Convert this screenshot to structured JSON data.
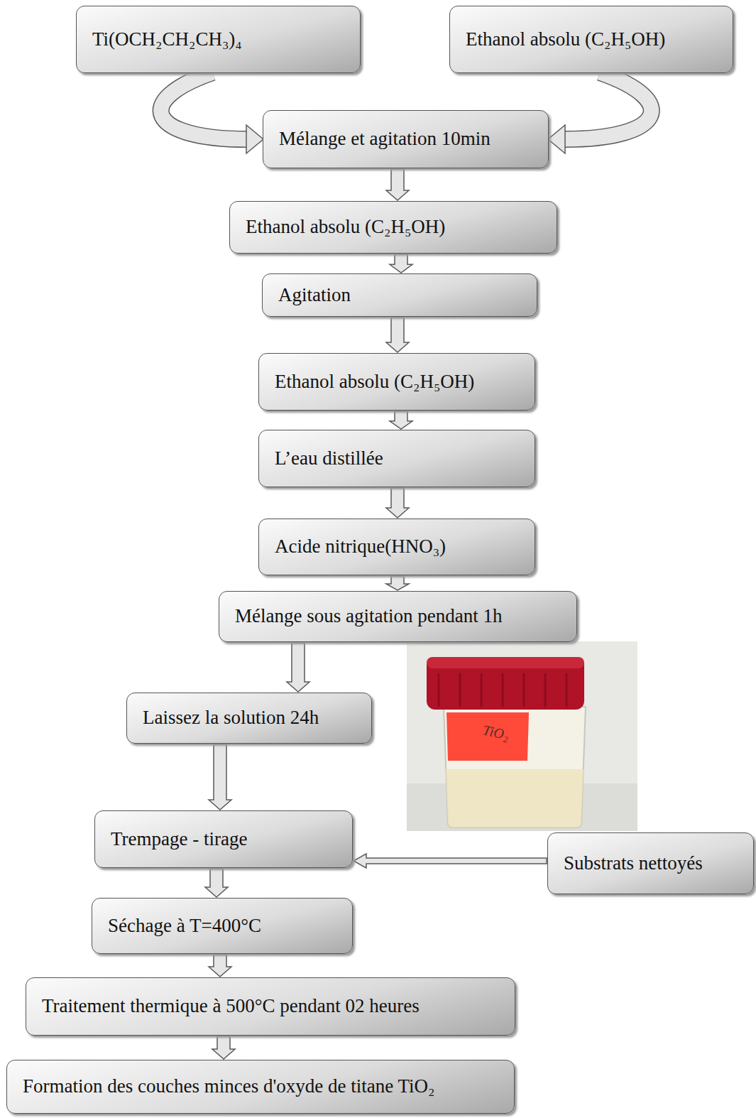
{
  "diagram": {
    "nodes": [
      {
        "text": [
          "Ti(OCH₂CH₂CH₃)₄"
        ]
      },
      {
        "text": [
          "Ethanol absolu (C₂H₅OH)"
        ]
      },
      {
        "text": [
          "Mélange et agitation 10min"
        ]
      },
      {
        "text": [
          "Ethanol absolu (C₂H₅OH)"
        ]
      },
      {
        "text": [
          "Agitation"
        ]
      },
      {
        "text": [
          "Ethanol absolu (C₂H₅OH)"
        ]
      },
      {
        "text": [
          "L’eau distillée"
        ]
      },
      {
        "text": [
          "Acide nitrique(HNO₃)"
        ]
      },
      {
        "text": [
          "Mélange sous agitation pendant 1h"
        ]
      },
      {
        "text": [
          "Laissez la solution 24h"
        ]
      },
      {
        "text": [
          "Trempage - tirage"
        ]
      },
      {
        "text": [
          "Substrats nettoyés"
        ]
      },
      {
        "text": [
          "Séchage à T=400°C"
        ]
      },
      {
        "text": [
          "Traitement thermique à 500°C pendant 02 heures"
        ]
      },
      {
        "text": [
          "Formation des couches minces d'oxyde de titane TiO₂"
        ]
      }
    ],
    "edges": [
      {
        "from": 0,
        "to": 2,
        "arrow": "to"
      },
      {
        "from": 1,
        "to": 2,
        "arrow": "to"
      },
      {
        "from": 2,
        "to": 3,
        "arrow": "to"
      },
      {
        "from": 3,
        "to": 4,
        "arrow": "to"
      },
      {
        "from": 4,
        "to": 5,
        "arrow": "to"
      },
      {
        "from": 5,
        "to": 6,
        "arrow": "to"
      },
      {
        "from": 6,
        "to": 7,
        "arrow": "to"
      },
      {
        "from": 7,
        "to": 8,
        "arrow": "to"
      },
      {
        "from": 8,
        "to": 9,
        "arrow": "to"
      },
      {
        "from": 9,
        "to": 10,
        "arrow": "to"
      },
      {
        "from": 11,
        "to": 10,
        "arrow": "to"
      },
      {
        "from": 10,
        "to": 12,
        "arrow": "to"
      },
      {
        "from": 12,
        "to": 13,
        "arrow": "to"
      },
      {
        "from": 13,
        "to": 14,
        "arrow": "to"
      }
    ],
    "labels": [
      "TiO₂"
    ]
  }
}
